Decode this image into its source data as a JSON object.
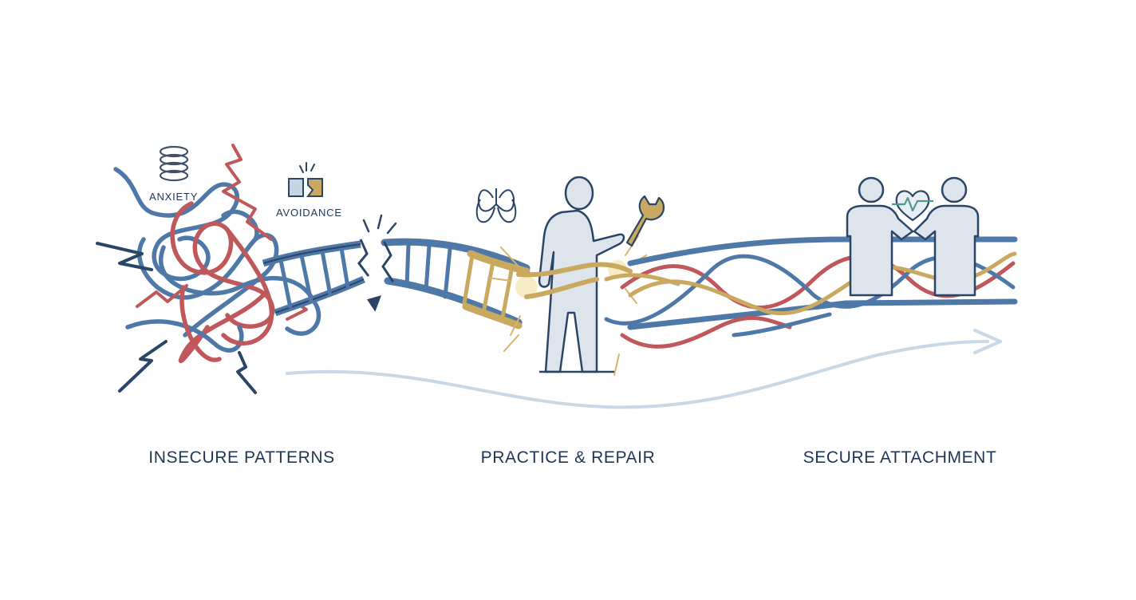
{
  "colors": {
    "blue": "#4e78a8",
    "red": "#c0575a",
    "gold": "#c9a85f",
    "navy": "#2a4566",
    "figure_fill": "#dde4ec",
    "arrow": "#c9d8e6"
  },
  "icons": {
    "anxiety": "spring-coil-icon",
    "avoidance": "split-block-icon",
    "breath": "lungs-icon",
    "tool": "wrench-icon",
    "connection": "heart-pulse-icon"
  },
  "labels": {
    "anxiety": "ANXIETY",
    "avoidance": "AVOIDANCE"
  },
  "stages": [
    {
      "label": "INSECURE PATTERNS"
    },
    {
      "label": "PRACTICE & REPAIR"
    },
    {
      "label": "SECURE ATTACHMENT"
    }
  ]
}
